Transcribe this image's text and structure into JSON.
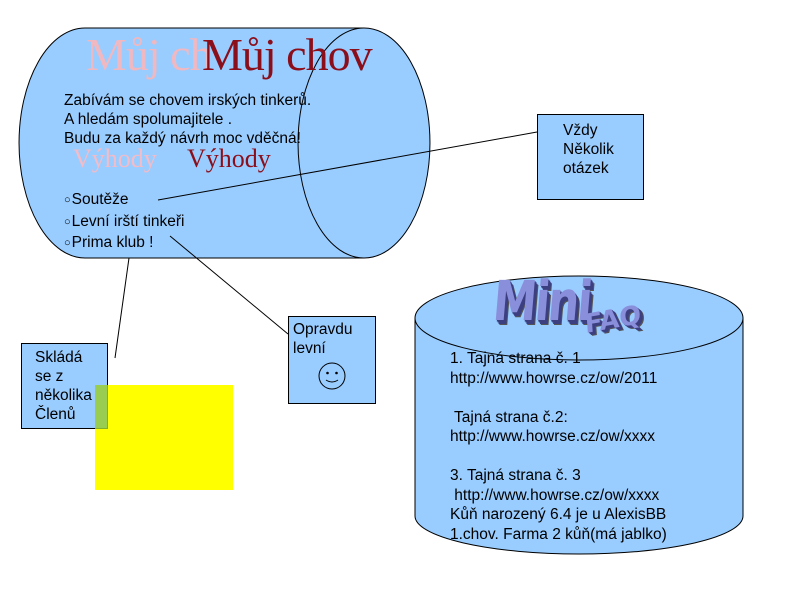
{
  "cylinder": {
    "title": "Můj chov",
    "title_ghost": "Můj ch",
    "intro": [
      "Zabívám se chovem irských tinkerů.",
      "A hledám spolumajitele .",
      "Budu za každý návrh moc vděčná!"
    ],
    "advantages_heading": "Výhody",
    "bullet": "○",
    "advantages": [
      "Soutěže",
      "Levní irští tinkeři",
      "Prima klub !"
    ]
  },
  "callouts": {
    "right": [
      "Vždy",
      "Několik",
      "otázek"
    ],
    "middle": [
      "Opravdu",
      "levní"
    ],
    "left": [
      "Skládá",
      "se z",
      "několika",
      "Členů"
    ]
  },
  "faq": {
    "logo_main": "Mini",
    "logo_small": "FAQ",
    "text": "1. Tajná strana č. 1\nhttp://www.howrse.cz/ow/2011\n\n Tajná strana č.2:\nhttp://www.howrse.cz/ow/xxxx\n\n3. Tajná strana č. 3\n http://www.howrse.cz/ow/xxxx\nKůň narozený 6.4 je u AlexisBB\n1.chov. Farma 2 kůň(má jablko)"
  },
  "colors": {
    "shape_fill": "#99ccff",
    "title_red": "#8b0f1a",
    "yellow_rect": "#ffff00"
  },
  "icons": {
    "smiley": "smiley-icon"
  }
}
